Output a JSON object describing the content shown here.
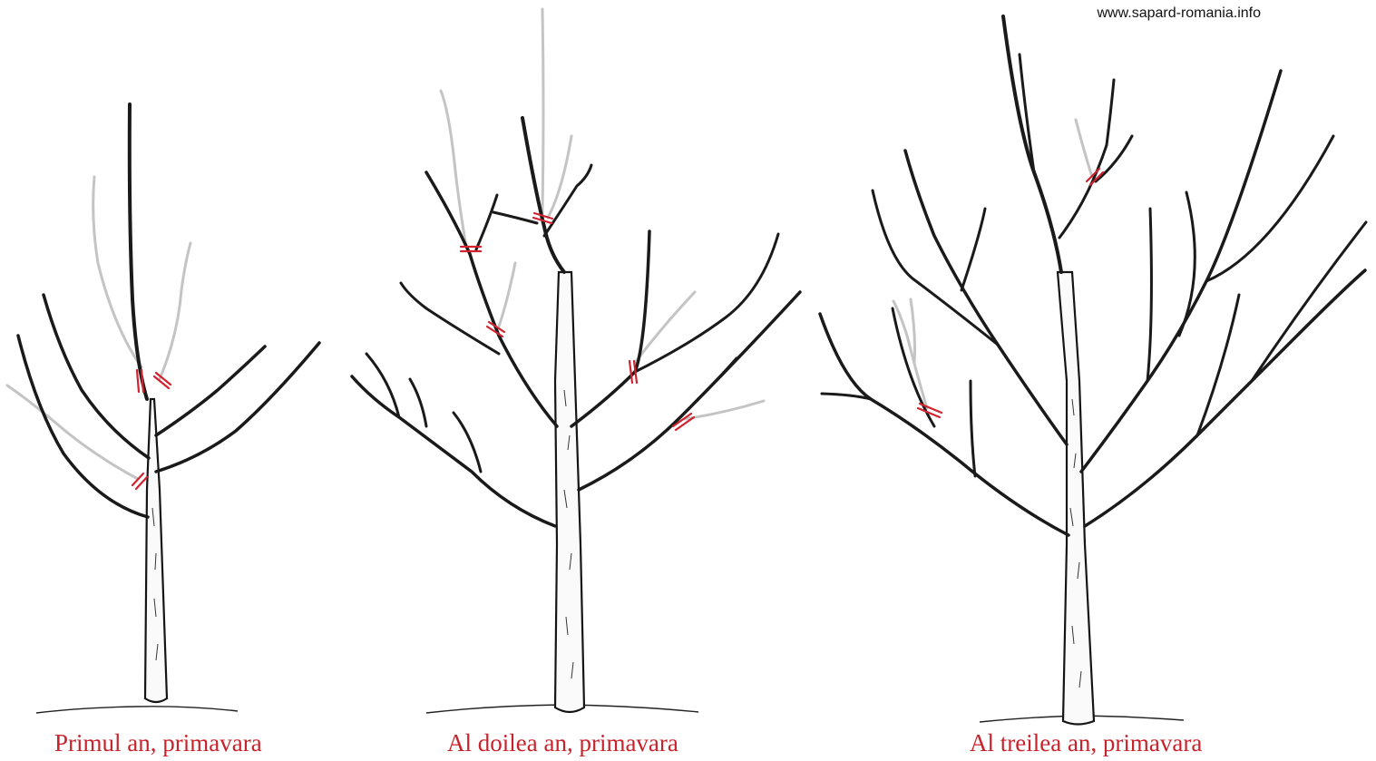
{
  "watermark": "www.sapard-romania.info",
  "trees": [
    {
      "caption": "Primul an, primavara"
    },
    {
      "caption": "Al doilea an, primavara"
    },
    {
      "caption": "Al treilea an, primavara"
    }
  ],
  "colors": {
    "caption": "#c8232c",
    "cut_marks": "#d0232f",
    "wood": "#1a1a1a",
    "pruned_wood": "#c4c4c4"
  }
}
